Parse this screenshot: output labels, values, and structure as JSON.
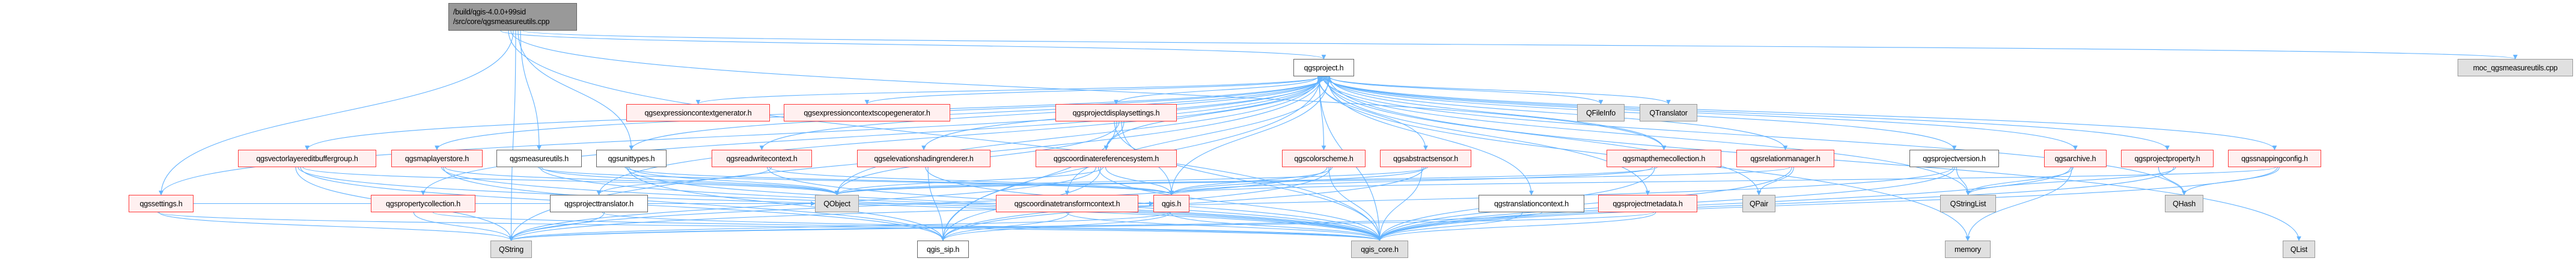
{
  "root": {
    "line1": "/build/qgis-4.0.0+99sid",
    "line2": "/src/core/qgsmeasureutils.cpp"
  },
  "colors": {
    "edge": "#63b3ff",
    "red_border": "#ff3b3b",
    "red_fill": "#fff0f0",
    "ext_fill": "#e0e0e0",
    "root_fill": "#999999"
  },
  "nodes": {
    "qgsproject": {
      "label": "qgsproject.h",
      "style": "plain"
    },
    "moc": {
      "label": "moc_qgsmeasureutils.cpp",
      "style": "ext"
    },
    "exprctxgen": {
      "label": "qgsexpressioncontextgenerator.h",
      "style": "red"
    },
    "exprscopegen": {
      "label": "qgsexpressioncontextscopegenerator.h",
      "style": "red"
    },
    "displaysettings": {
      "label": "qgsprojectdisplaysettings.h",
      "style": "red"
    },
    "qfileinfo": {
      "label": "QFileInfo",
      "style": "ext"
    },
    "qtranslator": {
      "label": "QTranslator",
      "style": "ext"
    },
    "vleditbuffer": {
      "label": "qgsvectorlayereditbuffergroup.h",
      "style": "red"
    },
    "maplayerstore": {
      "label": "qgsmaplayerstore.h",
      "style": "red"
    },
    "measureutils": {
      "label": "qgsmeasureutils.h",
      "style": "plain"
    },
    "unittypes": {
      "label": "qgsunittypes.h",
      "style": "plain"
    },
    "readwritectx": {
      "label": "qgsreadwritecontext.h",
      "style": "red"
    },
    "elevation": {
      "label": "qgselevationshadingrenderer.h",
      "style": "red"
    },
    "crs": {
      "label": "qgscoordinatereferencesystem.h",
      "style": "red"
    },
    "colorscheme": {
      "label": "qgscolorscheme.h",
      "style": "red"
    },
    "sensor": {
      "label": "qgsabstractsensor.h",
      "style": "red"
    },
    "maptheme": {
      "label": "qgsmapthemecollection.h",
      "style": "red"
    },
    "relationmgr": {
      "label": "qgsrelationmanager.h",
      "style": "red"
    },
    "projectversion": {
      "label": "qgsprojectversion.h",
      "style": "plain"
    },
    "archive": {
      "label": "qgsarchive.h",
      "style": "red"
    },
    "projectproperty": {
      "label": "qgsprojectproperty.h",
      "style": "red"
    },
    "snapping": {
      "label": "qgssnappingconfig.h",
      "style": "red"
    },
    "settings": {
      "label": "qgssettings.h",
      "style": "red"
    },
    "propcollection": {
      "label": "qgspropertycollection.h",
      "style": "red"
    },
    "translator": {
      "label": "qgsprojecttranslator.h",
      "style": "plain"
    },
    "qobject": {
      "label": "QObject",
      "style": "ext"
    },
    "ctcontext": {
      "label": "qgscoordinatetransformcontext.h",
      "style": "red"
    },
    "qgis": {
      "label": "qgis.h",
      "style": "red"
    },
    "translationctx": {
      "label": "qgstranslationcontext.h",
      "style": "plain"
    },
    "metadata": {
      "label": "qgsprojectmetadata.h",
      "style": "red"
    },
    "qpair": {
      "label": "QPair",
      "style": "ext"
    },
    "qstringlist": {
      "label": "QStringList",
      "style": "ext"
    },
    "qhash": {
      "label": "QHash",
      "style": "ext"
    },
    "qstring": {
      "label": "QString",
      "style": "ext"
    },
    "qgissip": {
      "label": "qgis_sip.h",
      "style": "plain"
    },
    "qgiscore": {
      "label": "qgis_core.h",
      "style": "ext"
    },
    "memory": {
      "label": "memory",
      "style": "ext"
    },
    "qlist": {
      "label": "QList",
      "style": "ext"
    }
  },
  "edges": [
    [
      "root",
      "qgsproject"
    ],
    [
      "root",
      "moc"
    ],
    [
      "root",
      "measureutils"
    ],
    [
      "root",
      "unittypes"
    ],
    [
      "root",
      "qstring"
    ],
    [
      "root",
      "settings"
    ],
    [
      "root",
      "maptheme"
    ],
    [
      "root",
      "qgiscore"
    ],
    [
      "qgsproject",
      "exprctxgen"
    ],
    [
      "qgsproject",
      "exprscopegen"
    ],
    [
      "qgsproject",
      "displaysettings"
    ],
    [
      "qgsproject",
      "qfileinfo"
    ],
    [
      "qgsproject",
      "qtranslator"
    ],
    [
      "qgsproject",
      "vleditbuffer"
    ],
    [
      "qgsproject",
      "maplayerstore"
    ],
    [
      "qgsproject",
      "unittypes"
    ],
    [
      "qgsproject",
      "readwritectx"
    ],
    [
      "qgsproject",
      "elevation"
    ],
    [
      "qgsproject",
      "crs"
    ],
    [
      "qgsproject",
      "colorscheme"
    ],
    [
      "qgsproject",
      "sensor"
    ],
    [
      "qgsproject",
      "maptheme"
    ],
    [
      "qgsproject",
      "relationmgr"
    ],
    [
      "qgsproject",
      "projectversion"
    ],
    [
      "qgsproject",
      "archive"
    ],
    [
      "qgsproject",
      "projectproperty"
    ],
    [
      "qgsproject",
      "snapping"
    ],
    [
      "qgsproject",
      "settings"
    ],
    [
      "qgsproject",
      "propcollection"
    ],
    [
      "qgsproject",
      "translator"
    ],
    [
      "qgsproject",
      "qobject"
    ],
    [
      "qgsproject",
      "ctcontext"
    ],
    [
      "qgsproject",
      "qgis"
    ],
    [
      "qgsproject",
      "translationctx"
    ],
    [
      "qgsproject",
      "metadata"
    ],
    [
      "qgsproject",
      "qpair"
    ],
    [
      "qgsproject",
      "qstringlist"
    ],
    [
      "qgsproject",
      "qhash"
    ],
    [
      "qgsproject",
      "qstring"
    ],
    [
      "qgsproject",
      "qgissip"
    ],
    [
      "qgsproject",
      "qgiscore"
    ],
    [
      "qgsproject",
      "memory"
    ],
    [
      "qgsproject",
      "qlist"
    ],
    [
      "displaysettings",
      "crs"
    ],
    [
      "displaysettings",
      "qgis"
    ],
    [
      "displaysettings",
      "qobject"
    ],
    [
      "displaysettings",
      "qgissip"
    ],
    [
      "displaysettings",
      "qgiscore"
    ],
    [
      "vleditbuffer",
      "qobject"
    ],
    [
      "vleditbuffer",
      "qgissip"
    ],
    [
      "vleditbuffer",
      "qgiscore"
    ],
    [
      "vleditbuffer",
      "qstring"
    ],
    [
      "maplayerstore",
      "qobject"
    ],
    [
      "maplayerstore",
      "qgissip"
    ],
    [
      "maplayerstore",
      "qgiscore"
    ],
    [
      "measureutils",
      "qobject"
    ],
    [
      "measureutils",
      "qgiscore"
    ],
    [
      "measureutils",
      "qgis"
    ],
    [
      "unittypes",
      "qobject"
    ],
    [
      "unittypes",
      "qgissip"
    ],
    [
      "unittypes",
      "qgiscore"
    ],
    [
      "unittypes",
      "qgis"
    ],
    [
      "readwritectx",
      "translator"
    ],
    [
      "readwritectx",
      "qgis"
    ],
    [
      "readwritectx",
      "qgiscore"
    ],
    [
      "elevation",
      "qgissip"
    ],
    [
      "elevation",
      "qgiscore"
    ],
    [
      "crs",
      "qgis"
    ],
    [
      "crs",
      "qobject"
    ],
    [
      "crs",
      "qgissip"
    ],
    [
      "crs",
      "qgiscore"
    ],
    [
      "crs",
      "qstring"
    ],
    [
      "colorscheme",
      "qgis"
    ],
    [
      "colorscheme",
      "qgissip"
    ],
    [
      "colorscheme",
      "qgiscore"
    ],
    [
      "colorscheme",
      "qstring"
    ],
    [
      "sensor",
      "qobject"
    ],
    [
      "sensor",
      "qgis"
    ],
    [
      "sensor",
      "qgissip"
    ],
    [
      "sensor",
      "qgiscore"
    ],
    [
      "maptheme",
      "qobject"
    ],
    [
      "maptheme",
      "qgiscore"
    ],
    [
      "maptheme",
      "qgis"
    ],
    [
      "relationmgr",
      "qpair"
    ],
    [
      "relationmgr",
      "qgiscore"
    ],
    [
      "relationmgr",
      "qobject"
    ],
    [
      "projectversion",
      "qstringlist"
    ],
    [
      "projectversion",
      "qgiscore"
    ],
    [
      "projectversion",
      "qstring"
    ],
    [
      "archive",
      "qstringlist"
    ],
    [
      "archive",
      "memory"
    ],
    [
      "archive",
      "qgiscore"
    ],
    [
      "projectproperty",
      "qhash"
    ],
    [
      "projectproperty",
      "qstringlist"
    ],
    [
      "projectproperty",
      "qgiscore"
    ],
    [
      "snapping",
      "qhash"
    ],
    [
      "snapping",
      "qgiscore"
    ],
    [
      "snapping",
      "qgis"
    ],
    [
      "settings",
      "qobject"
    ],
    [
      "settings",
      "qstring"
    ],
    [
      "settings",
      "qgiscore"
    ],
    [
      "settings",
      "qgis"
    ],
    [
      "propcollection",
      "qstring"
    ],
    [
      "propcollection",
      "qgiscore"
    ],
    [
      "propcollection",
      "qgis"
    ],
    [
      "translator",
      "qstring"
    ],
    [
      "translator",
      "qgiscore"
    ],
    [
      "ctcontext",
      "qgissip"
    ],
    [
      "ctcontext",
      "qgiscore"
    ],
    [
      "qgis",
      "qgissip"
    ],
    [
      "qgis",
      "qgiscore"
    ],
    [
      "qgis",
      "qstring"
    ],
    [
      "translationctx",
      "qgiscore"
    ],
    [
      "translationctx",
      "qstring"
    ],
    [
      "metadata",
      "qgiscore"
    ],
    [
      "metadata",
      "qstring"
    ]
  ]
}
